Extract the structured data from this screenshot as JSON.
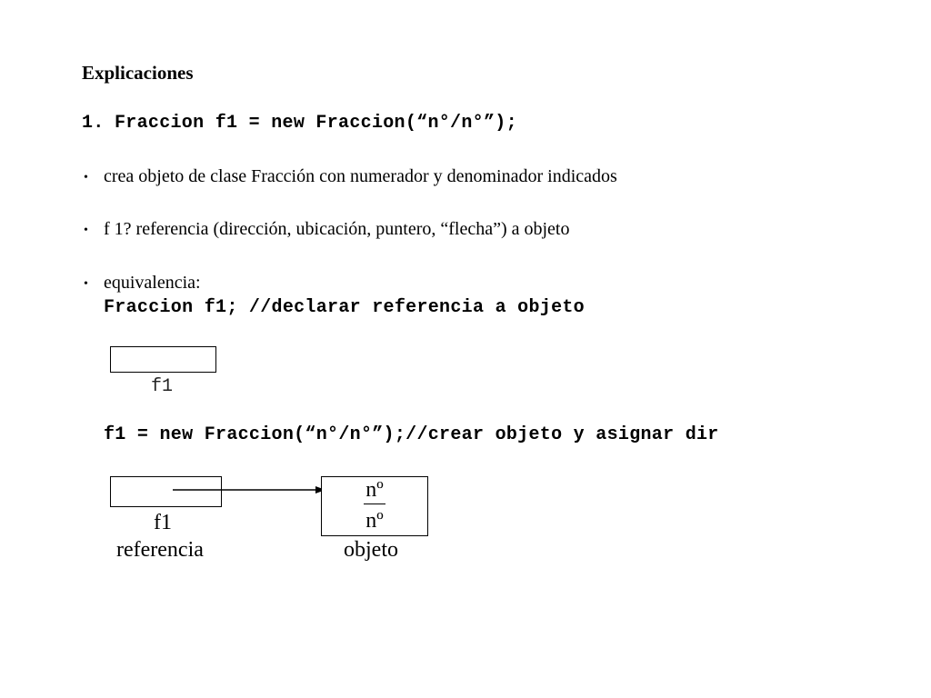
{
  "heading": "Explicaciones",
  "item1": {
    "number": "1.",
    "code": "Fraccion f1 = new Fraccion(“n°/n°”);"
  },
  "bullets": [
    {
      "symbol": "•",
      "text": "crea objeto de clase Fracción con numerador y denominador indicados"
    },
    {
      "symbol": "•",
      "text": "f 1? referencia (dirección, ubicación, puntero, “flecha”) a objeto"
    },
    {
      "symbol": "•",
      "text": "equivalencia:"
    }
  ],
  "code_declare": "Fraccion f1; //declarar referencia a objeto",
  "diagram1": {
    "box_label": "f1"
  },
  "code_create": "f1 = new Fraccion(“n°/n°”);//crear objeto y asignar dir",
  "diagram2": {
    "ref_name": "f1",
    "ref_caption": "referencia",
    "numerator": "nº",
    "denominator": "nº",
    "obj_caption": "objeto"
  }
}
